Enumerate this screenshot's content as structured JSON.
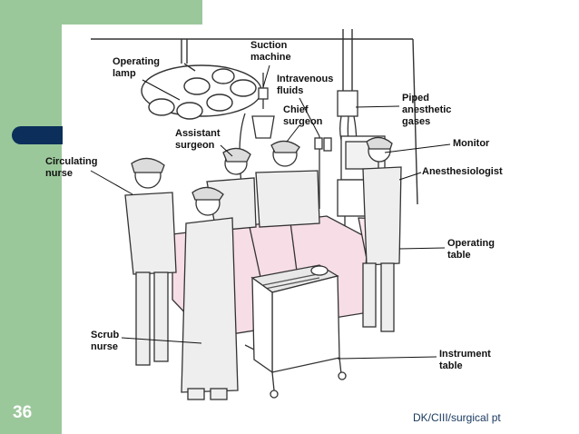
{
  "slide": {
    "number": "36",
    "footer": "DK/CIII/surgical pt"
  },
  "labels": {
    "operating_lamp": [
      "Operating",
      "lamp"
    ],
    "suction_machine": [
      "Suction",
      "machine"
    ],
    "intravenous_fluids": [
      "Intravenous",
      "fluids"
    ],
    "chief_surgeon": [
      "Chief",
      "surgeon"
    ],
    "assistant_surgeon": [
      "Assistant",
      "surgeon"
    ],
    "piped_gases": [
      "Piped",
      "anesthetic",
      "gases"
    ],
    "monitor": [
      "Monitor"
    ],
    "anesthesiologist": [
      "Anesthesiologist"
    ],
    "circulating_nurse": [
      "Circulating",
      "nurse"
    ],
    "operating_table": [
      "Operating",
      "table"
    ],
    "scrub_nurse": [
      "Scrub",
      "nurse"
    ],
    "instrument_table": [
      "Instrument",
      "table"
    ]
  },
  "colors": {
    "accent_green": "#9bc89b",
    "navy": "#0b2f5a",
    "drape_pink": "#f6dde6"
  }
}
